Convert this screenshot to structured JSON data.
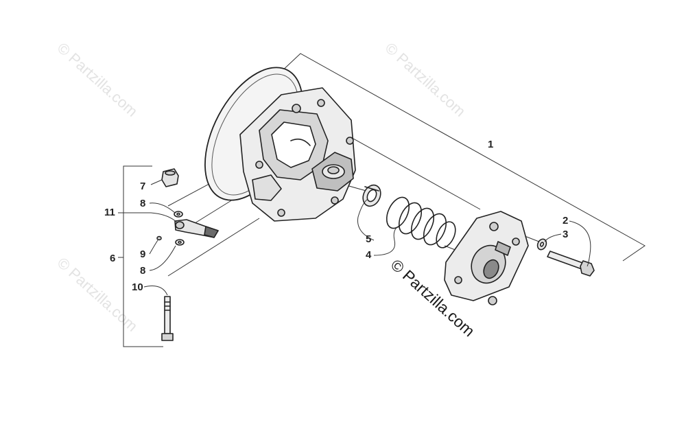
{
  "diagram": {
    "callouts": {
      "c1": "1",
      "c2": "2",
      "c3": "3",
      "c4": "4",
      "c5": "5",
      "c6": "6",
      "c7": "7",
      "c8a": "8",
      "c8b": "8",
      "c9": "9",
      "c10": "10",
      "c11": "11"
    },
    "watermark_text": "© Partzilla.com",
    "colors": {
      "line": "#333333",
      "part_fill": "#f2f2f2",
      "part_shade": "#c8c8c8",
      "watermark": "#e3e3e3"
    }
  }
}
